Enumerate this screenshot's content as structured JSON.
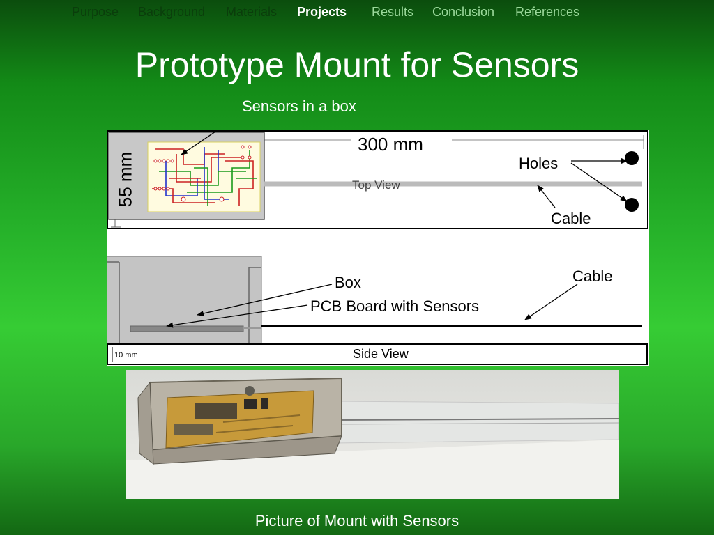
{
  "nav": {
    "items": [
      {
        "label": "Purpose"
      },
      {
        "label": "Background"
      },
      {
        "label": "Materials"
      },
      {
        "label": "Projects"
      },
      {
        "label": "Results"
      },
      {
        "label": "Conclusion"
      },
      {
        "label": "References"
      }
    ],
    "active": "Projects"
  },
  "slide": {
    "title": "Prototype Mount for Sensors",
    "caption": "Picture of Mount with Sensors"
  },
  "diagram": {
    "callout_sensors_box": "Sensors in a box",
    "top_view": {
      "width_dim": "300 mm",
      "height_dim": "55 mm",
      "view_label": "Top View",
      "holes_label": "Holes",
      "cable_label": "Cable"
    },
    "side_view": {
      "box_label": "Box",
      "pcb_label": "PCB Board with Sensors",
      "cable_label": "Cable",
      "scale_label": "10 mm",
      "view_label": "Side View"
    }
  },
  "colors": {
    "background_top": "#0b4d0d",
    "background_mid": "#36cc34",
    "nav_active": "#ffffff",
    "nav_inactive_dark": "#0a3d0b",
    "nav_inactive_light": "#9bd99b"
  }
}
